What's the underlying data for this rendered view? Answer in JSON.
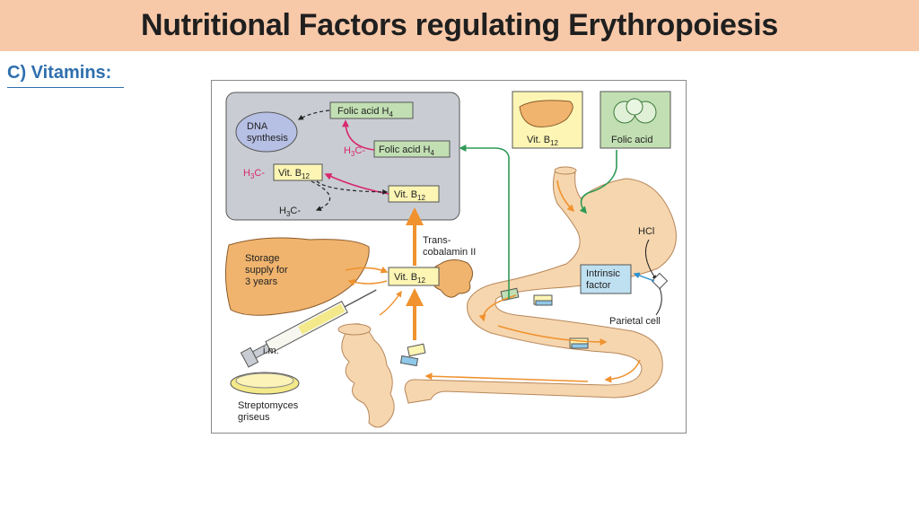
{
  "page": {
    "title": "Nutritional Factors regulating Erythropoiesis",
    "section": "C) Vitamins:"
  },
  "diagram": {
    "cell_box": {
      "folic_top": {
        "main": "Folic acid H",
        "sub": "4"
      },
      "dna": {
        "line1": "DNA",
        "line2": "synthesis"
      },
      "methyl_folic": {
        "prefix": "H",
        "prefix_sub": "3",
        "prefix_tail": "C-",
        "main": "Folic acid H",
        "sub": "4"
      },
      "methyl_b12": {
        "prefix": "H",
        "prefix_sub": "3",
        "prefix_tail": "C-",
        "main": "Vit. B",
        "sub": "12"
      },
      "b12_right": {
        "main": "Vit. B",
        "sub": "12"
      },
      "methyl_free": {
        "prefix": "H",
        "prefix_sub": "3",
        "prefix_tail": "C-"
      }
    },
    "liver_top": {
      "main": "Vit. B",
      "sub": "12"
    },
    "folic_source": {
      "label": "Folic acid"
    },
    "hcl": "HCl",
    "intrinsic": {
      "line1": "Intrinsic",
      "line2": "factor"
    },
    "parietal": "Parietal cell",
    "transcobalamin": {
      "line1": "Trans-",
      "line2": "cobalamin II"
    },
    "b12_center": {
      "main": "Vit. B",
      "sub": "12"
    },
    "storage": {
      "line1": "Storage",
      "line2": "supply for",
      "line3": "3 years"
    },
    "im": "i.m.",
    "strepto": {
      "line1": "Streptomyces",
      "line2": "griseus"
    },
    "colors": {
      "cell_fill": "#c9cdd3",
      "organ": "#f6d6ae",
      "liver": "#f0b46e",
      "orange_arrow": "#f0922e",
      "green_arrow": "#2f9a55",
      "pink_arrow": "#d8286f",
      "blue_arrow": "#2a8fd0",
      "label_box": "#fcf5b4",
      "folic_box": "#c2dfb3",
      "dna": "#b6bfe4",
      "intrinsic_box": "#bfe0f1"
    }
  }
}
